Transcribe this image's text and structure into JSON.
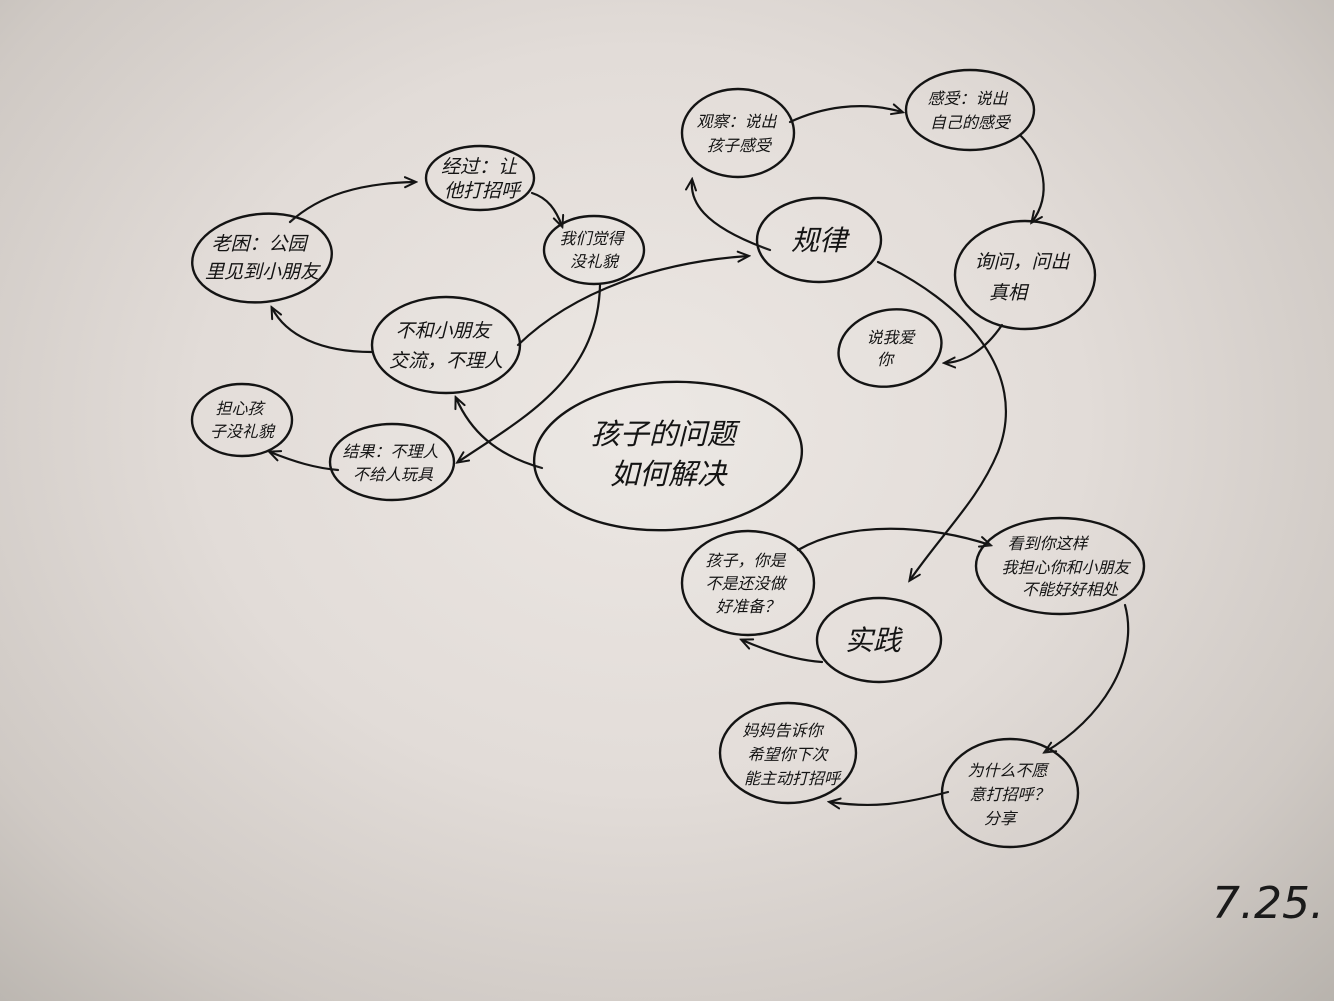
{
  "mind_map": {
    "center": {
      "lines": [
        "孩子的问题",
        "如何解决"
      ]
    },
    "nodes": {
      "rule": {
        "lines": [
          "规律"
        ]
      },
      "practice": {
        "lines": [
          "实践"
        ]
      },
      "scene": {
        "lines": [
          "老困：公园",
          "里见到小朋友"
        ]
      },
      "pass": {
        "lines": [
          "经过：让",
          "他打招呼"
        ]
      },
      "not_want": {
        "lines": [
          "我们觉得",
          "没礼貌"
        ]
      },
      "no_chat": {
        "lines": [
          "不和小朋友",
          "交流，不理人"
        ]
      },
      "result": {
        "lines": [
          "结果：不理人",
          "不给人玩具"
        ]
      },
      "worry": {
        "lines": [
          "担心孩",
          "子没礼貌"
        ]
      },
      "observe": {
        "lines": [
          "观察：说出",
          "孩子感受"
        ]
      },
      "feeling": {
        "lines": [
          "感受：说出",
          "自己的感受"
        ]
      },
      "ask": {
        "lines": [
          "询问，问出",
          "真相"
        ]
      },
      "say": {
        "lines": [
          "说我爱",
          "你"
        ]
      },
      "child_q": {
        "lines": [
          "孩子，你是",
          "不是还没做",
          "好准备？"
        ]
      },
      "see_this": {
        "lines": [
          "看到你这样",
          "我担心你和小朋友",
          "不能好好相处"
        ]
      },
      "why": {
        "lines": [
          "为什么不愿",
          "意打招呼？",
          "分享"
        ]
      },
      "mom": {
        "lines": [
          "妈妈告诉你",
          "希望你下次",
          "能主动打招呼"
        ]
      }
    }
  },
  "date": "7.25."
}
